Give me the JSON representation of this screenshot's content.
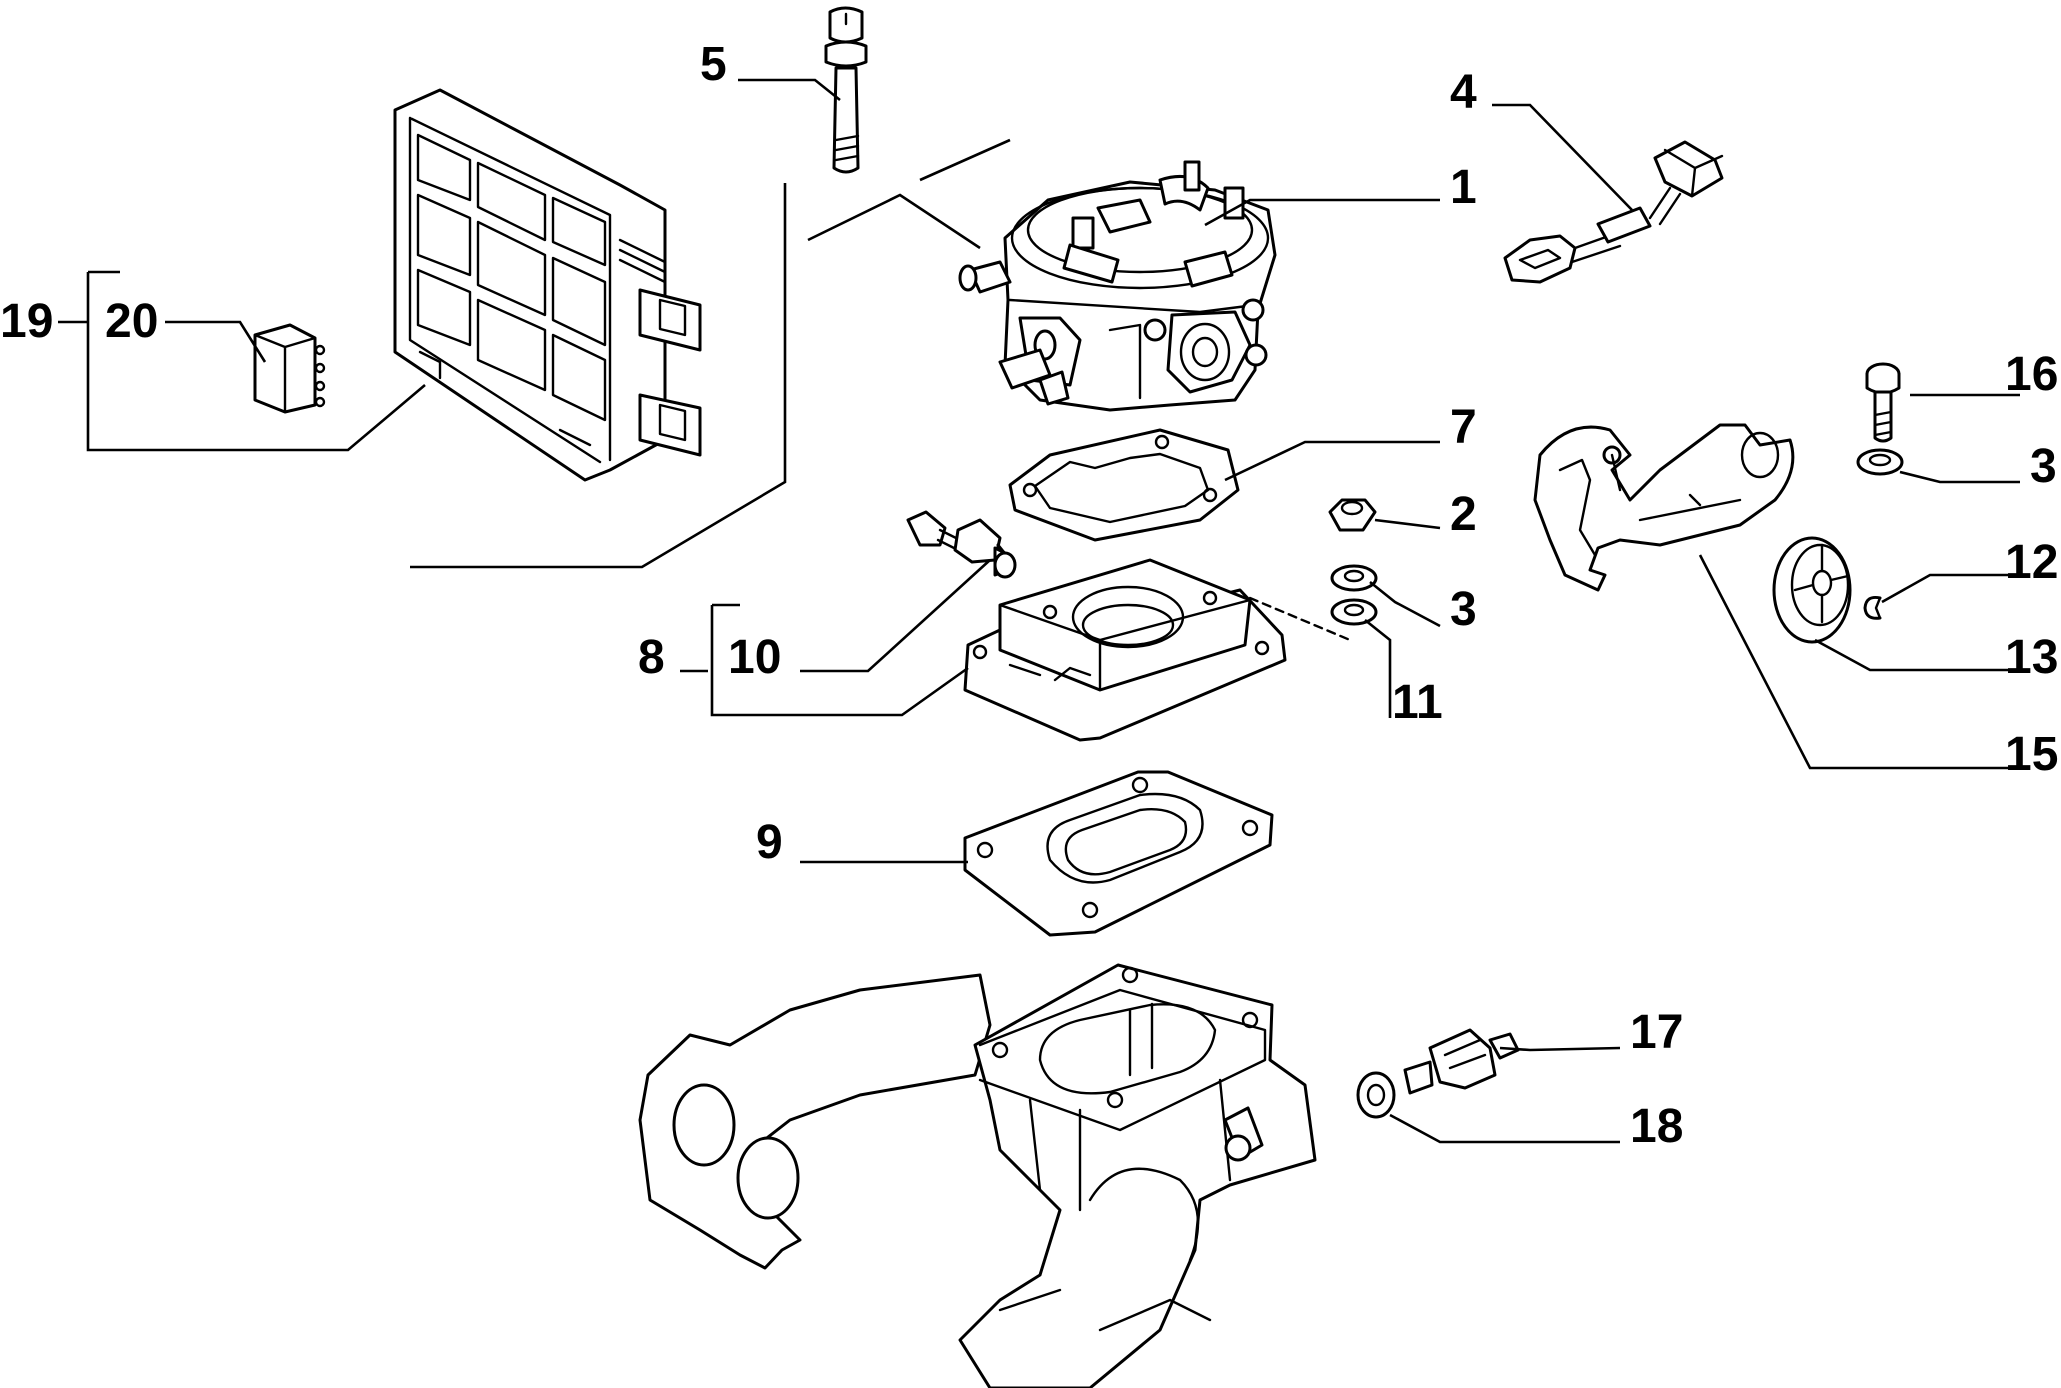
{
  "callouts": {
    "c1": "1",
    "c2": "2",
    "c3a": "3",
    "c3b": "3",
    "c4": "4",
    "c5": "5",
    "c7": "7",
    "c8": "8",
    "c9": "9",
    "c10": "10",
    "c11": "11",
    "c12": "12",
    "c13": "13",
    "c15": "15",
    "c16": "16",
    "c17": "17",
    "c18": "18",
    "c19": "19",
    "c20": "20"
  },
  "colors": {
    "line": "#000000",
    "background": "#ffffff"
  }
}
